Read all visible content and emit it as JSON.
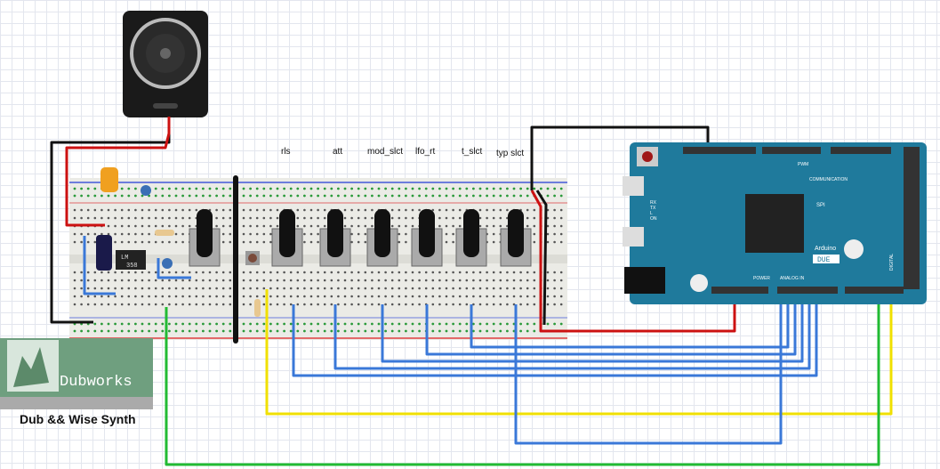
{
  "pot_labels": [
    "rls",
    "att",
    "mod_slct",
    "lfo_rt",
    "t_slct",
    "typ slct"
  ],
  "chip_label": [
    "LM",
    "358"
  ],
  "logo": {
    "text": "Dubworks"
  },
  "caption": "Dub && Wise Synth",
  "arduino": {
    "brand": "Arduino",
    "model": "DUE",
    "headers": {
      "pwm": "PWM",
      "communication": "COMMUNICATION",
      "spi": "SPI",
      "power": "POWER",
      "analog_in": "ANALOG IN",
      "digital": "DIGITAL"
    },
    "leds": [
      "RX",
      "TX",
      "L",
      "ON"
    ]
  },
  "colors": {
    "board": "#1f7a9c",
    "wire_red": "#cc1111",
    "wire_black": "#111111",
    "wire_blue": "#3a78d8",
    "wire_yellow": "#f0e000",
    "wire_green": "#22bb33",
    "breadboard": "#ebebe6"
  }
}
